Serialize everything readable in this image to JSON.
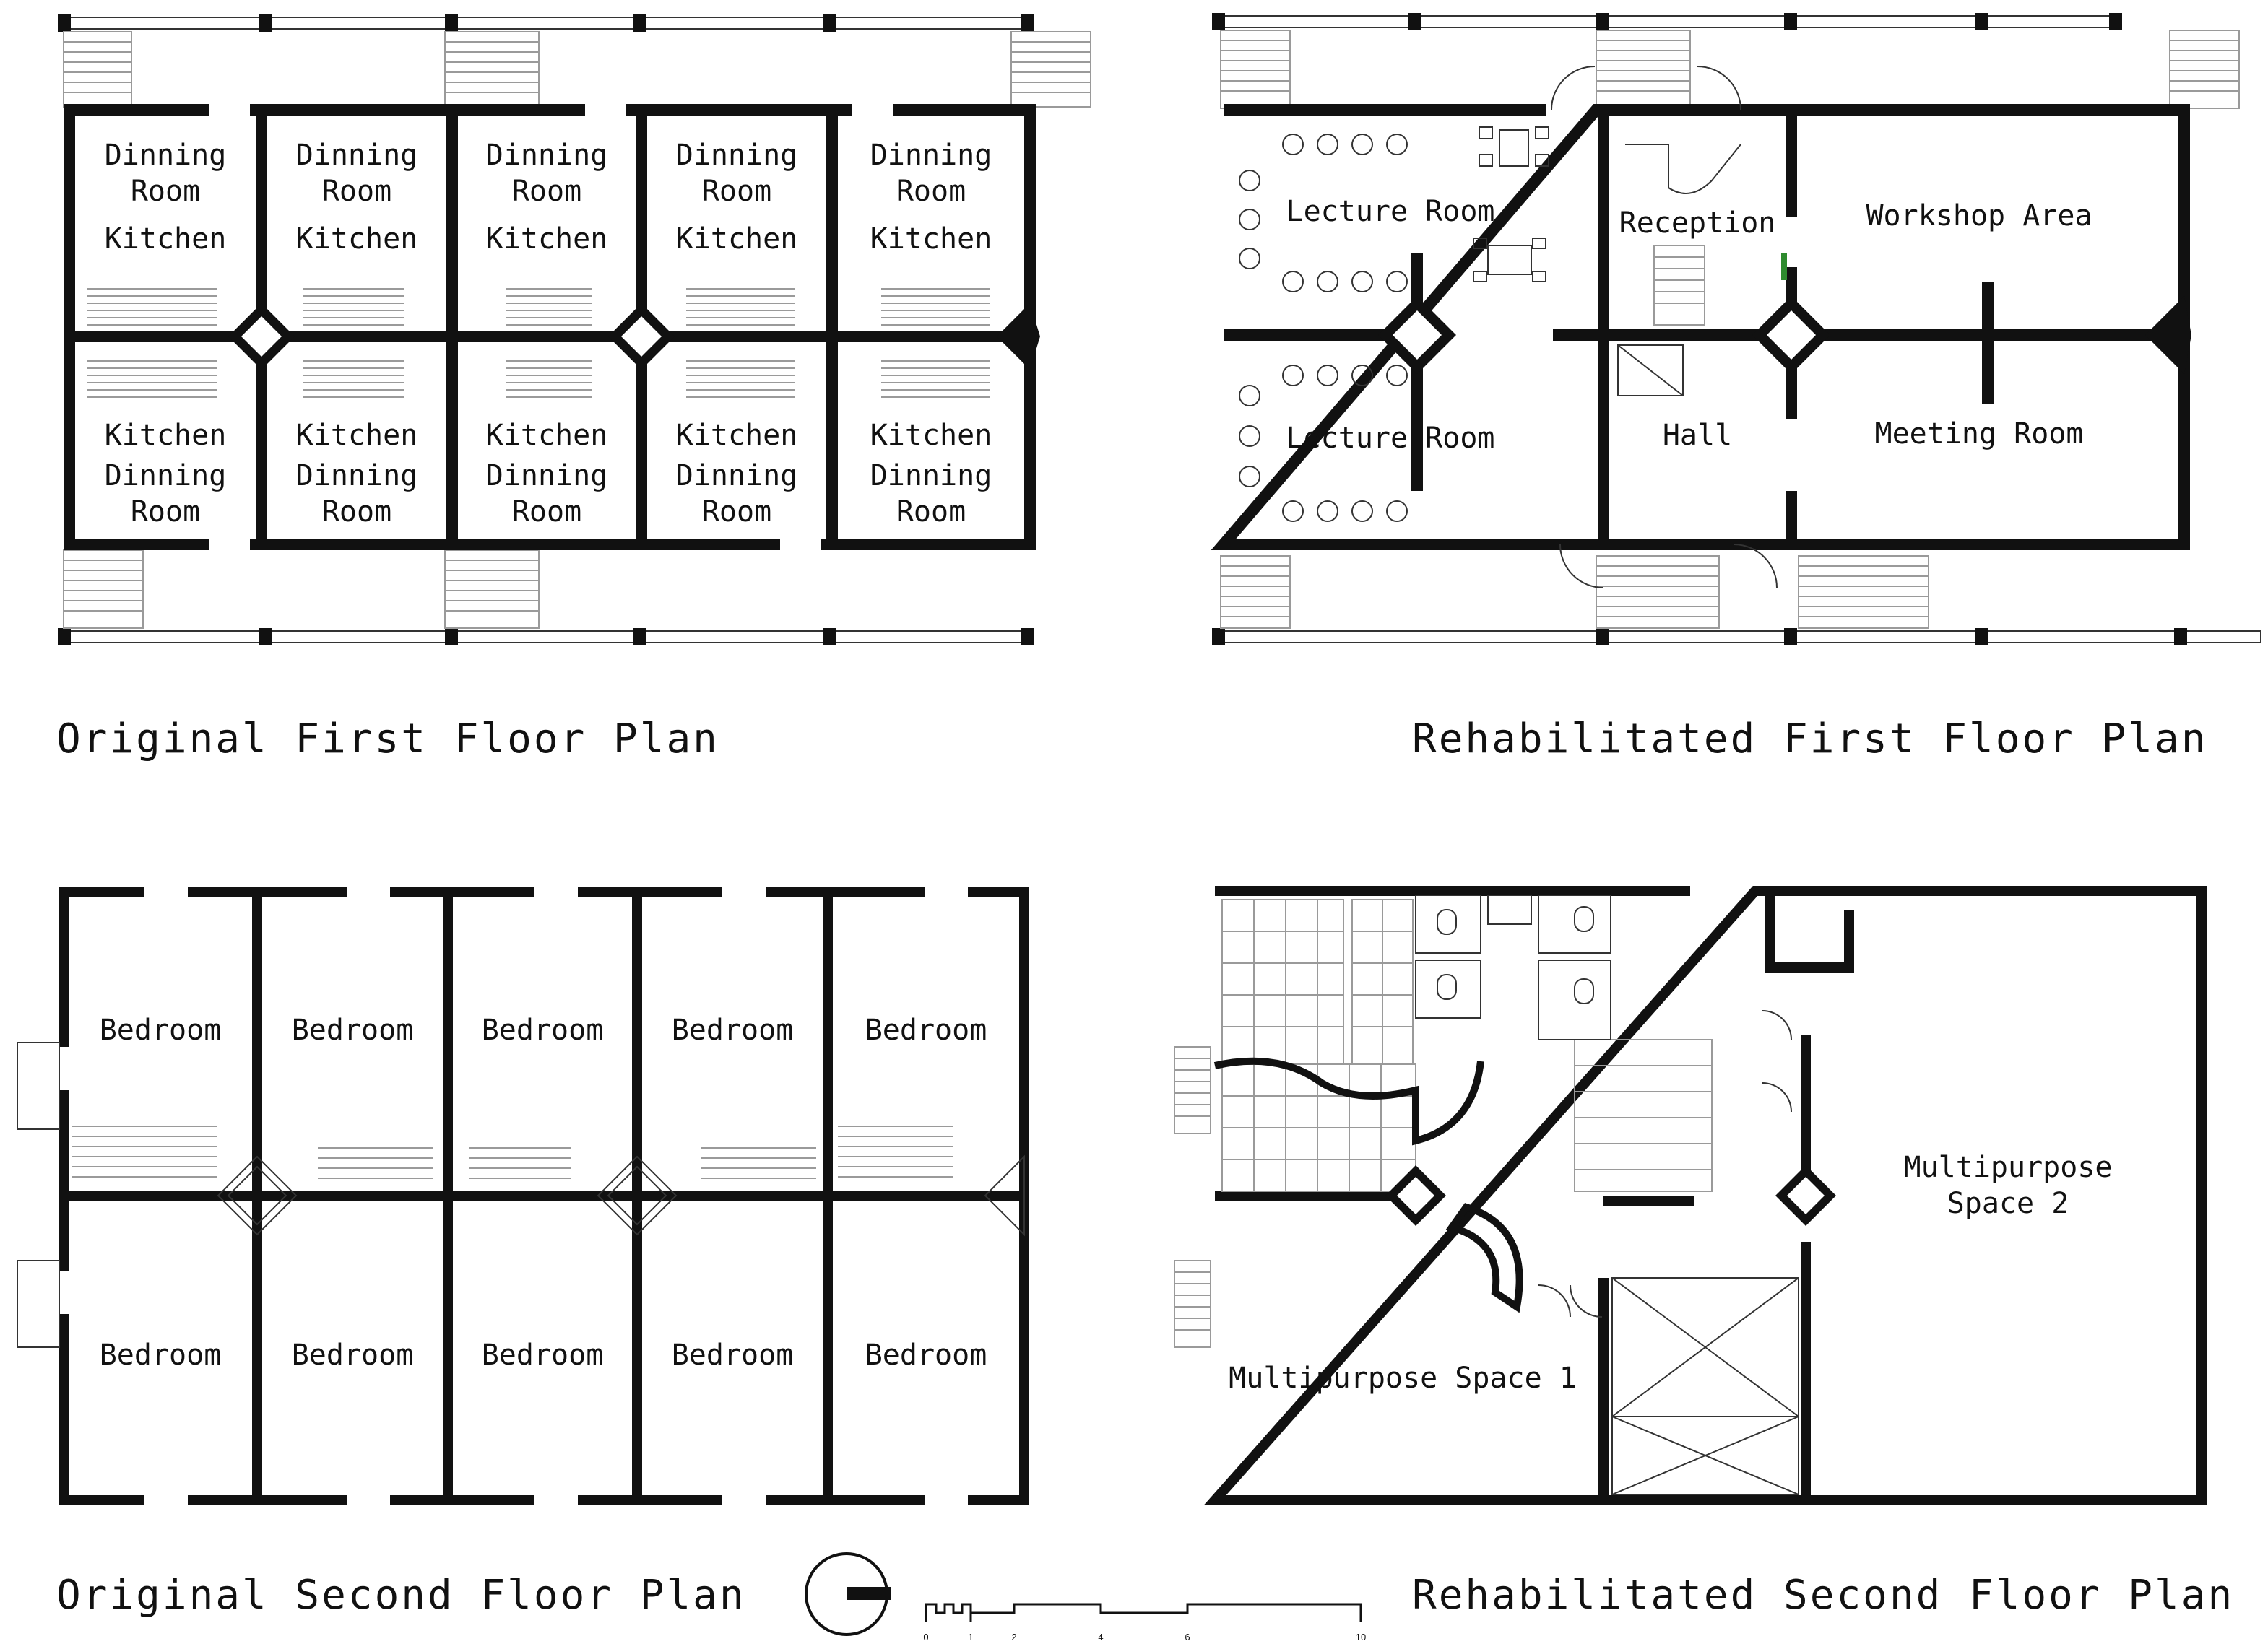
{
  "colors": {
    "wall": "#111111",
    "stair": "#9a9a9a",
    "accent": "#2e8b2e"
  },
  "titles": {
    "orig_first": "Original First Floor Plan",
    "reh_first": "Rehabilitated First Floor Plan",
    "orig_second": "Original Second Floor Plan",
    "reh_second": "Rehabilitated Second Floor Plan"
  },
  "original_first": {
    "top_row": [
      {
        "line1": "Dinning",
        "line2": "Room",
        "line3": "Kitchen"
      },
      {
        "line1": "Dinning",
        "line2": "Room",
        "line3": "Kitchen"
      },
      {
        "line1": "Dinning",
        "line2": "Room",
        "line3": "Kitchen"
      },
      {
        "line1": "Dinning",
        "line2": "Room",
        "line3": "Kitchen"
      },
      {
        "line1": "Dinning",
        "line2": "Room",
        "line3": "Kitchen"
      }
    ],
    "bottom_row": [
      {
        "line1": "Kitchen",
        "line2": "Dinning",
        "line3": "Room"
      },
      {
        "line1": "Kitchen",
        "line2": "Dinning",
        "line3": "Room"
      },
      {
        "line1": "Kitchen",
        "line2": "Dinning",
        "line3": "Room"
      },
      {
        "line1": "Kitchen",
        "line2": "Dinning",
        "line3": "Room"
      },
      {
        "line1": "Kitchen",
        "line2": "Dinning",
        "line3": "Room"
      }
    ]
  },
  "rehab_first": {
    "lecture_top": "Lecture Room",
    "lecture_bottom": "Lecture Room",
    "reception": "Reception",
    "workshop": "Workshop Area",
    "hall": "Hall",
    "meeting": "Meeting Room"
  },
  "original_second": {
    "top_row": [
      "Bedroom",
      "Bedroom",
      "Bedroom",
      "Bedroom",
      "Bedroom"
    ],
    "bottom_row": [
      "Bedroom",
      "Bedroom",
      "Bedroom",
      "Bedroom",
      "Bedroom"
    ]
  },
  "rehab_second": {
    "mp1": "Multipurpose Space 1",
    "mp2_line1": "Multipurpose",
    "mp2_line2": "Space 2"
  },
  "scale": {
    "ticks": [
      "0",
      "1",
      "2",
      "4",
      "6",
      "10"
    ]
  },
  "icons": [
    "north-arrow-icon",
    "scale-bar-icon"
  ]
}
